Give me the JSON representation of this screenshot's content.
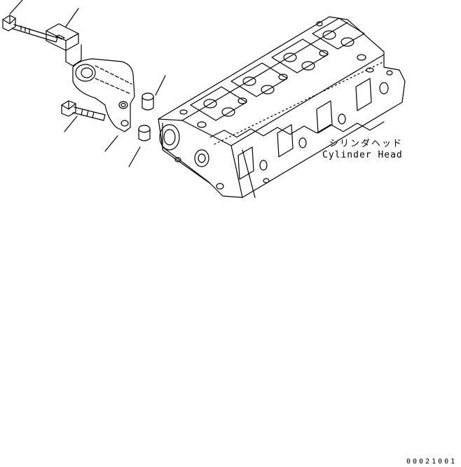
{
  "part_label": {
    "japanese": "シリンダヘッド",
    "english": "Cylinder Head"
  },
  "drawing_code": "00021001",
  "line_color": "#000000"
}
